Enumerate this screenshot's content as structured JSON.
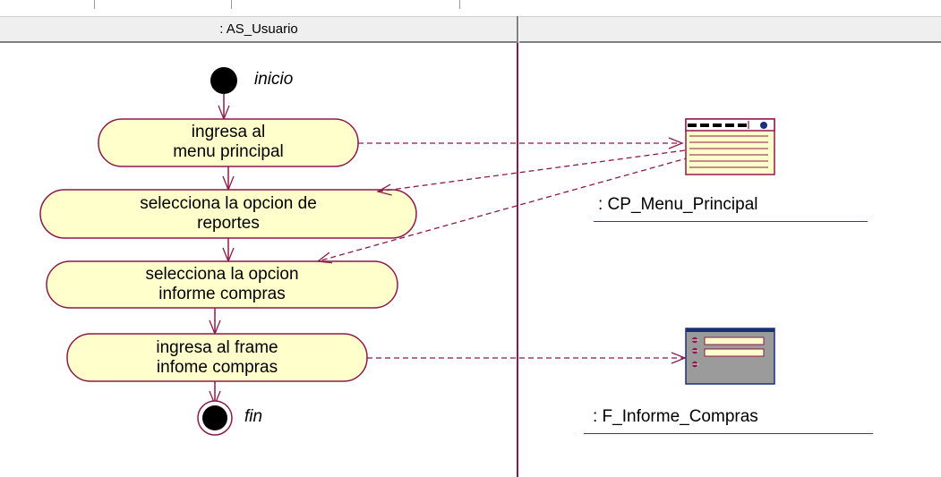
{
  "swimlanes": [
    {
      "label": ": AS_Usuario"
    },
    {
      "label": ""
    }
  ],
  "start": {
    "label": "inicio"
  },
  "end": {
    "label": "fin"
  },
  "activities": [
    {
      "line1": "ingresa al",
      "line2": "menu principal"
    },
    {
      "line1": "selecciona la opcion de",
      "line2": "reportes"
    },
    {
      "line1": "selecciona la opcion",
      "line2": "informe compras"
    },
    {
      "line1": "ingresa al frame",
      "line2": "infome compras"
    }
  ],
  "objects": [
    {
      "label": ": CP_Menu_Principal",
      "icon": "window-form-icon"
    },
    {
      "label": ": F_Informe_Compras",
      "icon": "frame-form-icon"
    }
  ],
  "colors": {
    "activity_fill": "#ffffcc",
    "line": "#8b1a4a",
    "header": "#efefef"
  }
}
